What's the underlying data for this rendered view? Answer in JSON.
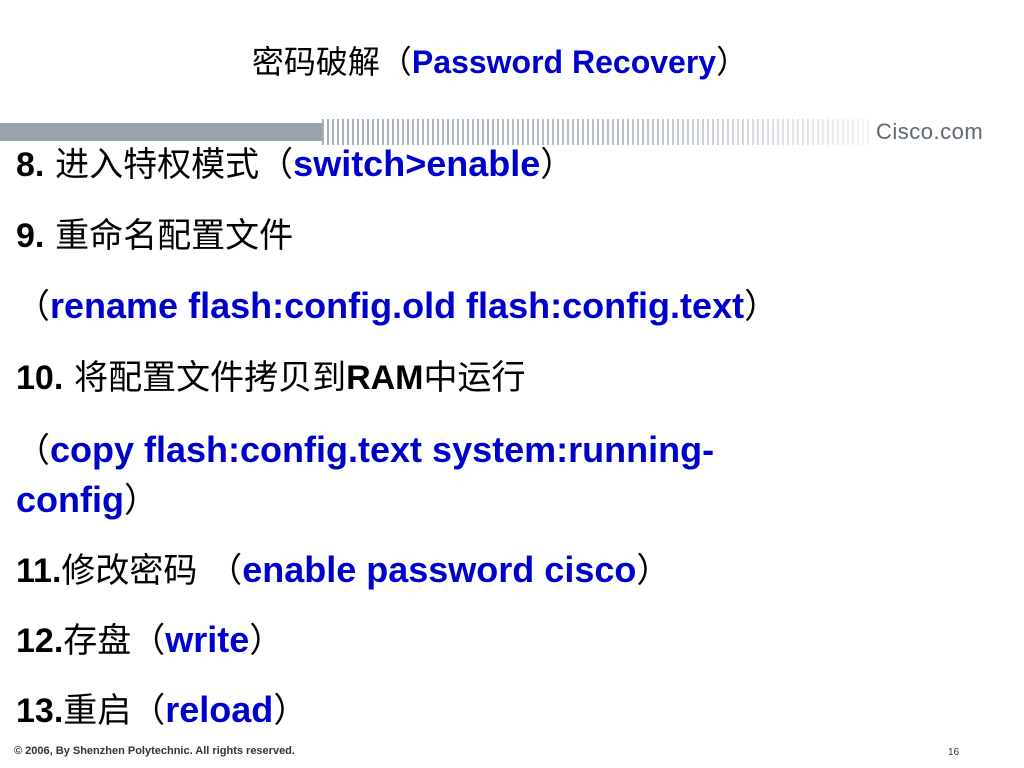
{
  "slide": {
    "title": {
      "zh": "密码破解（",
      "en": "Password Recovery",
      "close": "）"
    },
    "brand": "Cisco.com",
    "steps": [
      {
        "num": "8.",
        "zh": " 进入特权模式（",
        "cmd": "switch>enable",
        "close": "）"
      },
      {
        "num": "9.",
        "zh": " 重命名配置文件"
      },
      {
        "open": "（",
        "cmd": "rename flash:config.old flash:config.text",
        "close": "）"
      },
      {
        "num": "10.",
        "zh": " 将配置文件拷贝到",
        "bold": "RAM",
        "zh2": "中运行"
      },
      {
        "open": "（",
        "cmd": "copy flash:config.text system:running-"
      },
      {
        "cmd": "config",
        "close": "）"
      },
      {
        "num": "11.",
        "zh": "修改密码 （",
        "cmd": "enable password cisco",
        "close": "）"
      },
      {
        "num": "12.",
        "zh": "存盘（",
        "cmd": "write",
        "close": "）"
      },
      {
        "num": "13.",
        "zh": "重启（",
        "cmd": "reload",
        "close": "）"
      }
    ],
    "footer": {
      "copyright": "© 2006, By Shenzhen Polytechnic. All rights reserved.",
      "page": "16"
    }
  },
  "colors": {
    "command": "#0000cc",
    "band": "#9aa3ad",
    "brand": "#5d6770"
  }
}
